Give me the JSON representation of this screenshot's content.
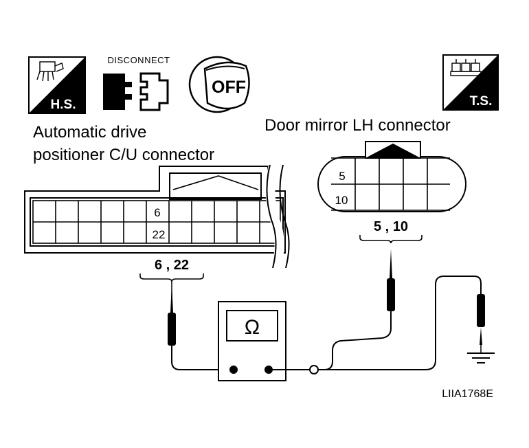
{
  "labels": {
    "disconnect": "DISCONNECT",
    "hs": "H.S.",
    "ts": "T.S.",
    "off": "OFF",
    "cu_line1": "Automatic drive",
    "cu_line2": "positioner C/U connector",
    "mirror": "Door mirror LH connector",
    "cu_pin_upper": "6",
    "cu_pin_lower": "22",
    "cu_pins": "6 , 22",
    "mirror_pin_upper": "5",
    "mirror_pin_lower": "10",
    "mirror_pins": "5 , 10",
    "ohm": "Ω",
    "figure_code": "LIIA1768E"
  },
  "icons": [
    "harness-side-icon",
    "disconnect-icon",
    "ignition-off-icon",
    "terminal-side-icon",
    "ground-icon"
  ]
}
